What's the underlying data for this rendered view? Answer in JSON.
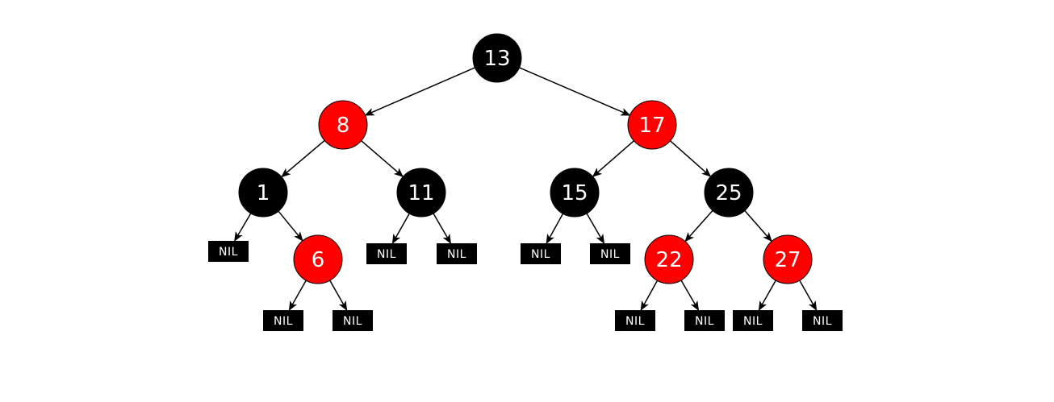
{
  "colors": {
    "red": "#ff0000",
    "black": "#000000",
    "label": "#ffffff"
  },
  "nodes": [
    {
      "id": "n13",
      "value": "13",
      "color": "black",
      "children": [
        "n8",
        "n17"
      ]
    },
    {
      "id": "n8",
      "value": "8",
      "color": "red",
      "children": [
        "n1",
        "n11"
      ]
    },
    {
      "id": "n17",
      "value": "17",
      "color": "red",
      "children": [
        "n15",
        "n25"
      ]
    },
    {
      "id": "n1",
      "value": "1",
      "color": "black",
      "children": [
        "nil1",
        "n6"
      ]
    },
    {
      "id": "n11",
      "value": "11",
      "color": "black",
      "children": [
        "nil4",
        "nil5"
      ]
    },
    {
      "id": "n15",
      "value": "15",
      "color": "black",
      "children": [
        "nil6",
        "nil7"
      ]
    },
    {
      "id": "n25",
      "value": "25",
      "color": "black",
      "children": [
        "n22",
        "n27"
      ]
    },
    {
      "id": "n6",
      "value": "6",
      "color": "red",
      "children": [
        "nil2",
        "nil3"
      ]
    },
    {
      "id": "n22",
      "value": "22",
      "color": "red",
      "children": [
        "nil8",
        "nil9"
      ]
    },
    {
      "id": "n27",
      "value": "27",
      "color": "red",
      "children": [
        "nil10",
        "nil11"
      ]
    }
  ],
  "leaves": [
    {
      "id": "nil1",
      "label": "NIL"
    },
    {
      "id": "nil2",
      "label": "NIL"
    },
    {
      "id": "nil3",
      "label": "NIL"
    },
    {
      "id": "nil4",
      "label": "NIL"
    },
    {
      "id": "nil5",
      "label": "NIL"
    },
    {
      "id": "nil6",
      "label": "NIL"
    },
    {
      "id": "nil7",
      "label": "NIL"
    },
    {
      "id": "nil8",
      "label": "NIL"
    },
    {
      "id": "nil9",
      "label": "NIL"
    },
    {
      "id": "nil10",
      "label": "NIL"
    },
    {
      "id": "nil11",
      "label": "NIL"
    }
  ]
}
